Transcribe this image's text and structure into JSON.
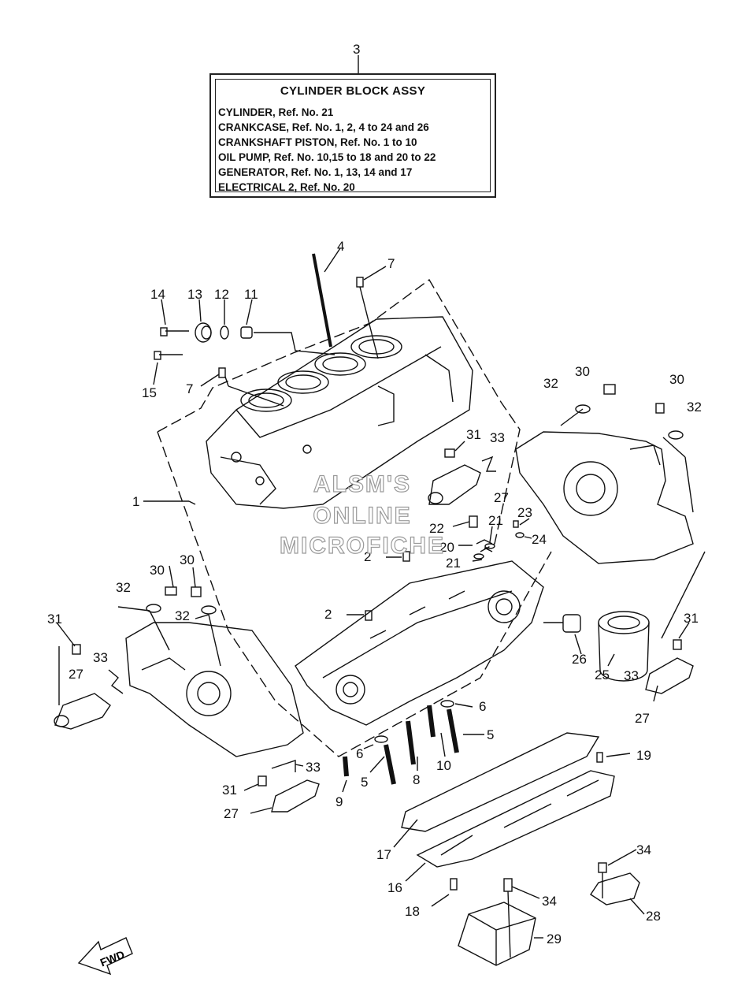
{
  "callout_top": "3",
  "label": {
    "title": "CYLINDER BLOCK ASSY",
    "lines": [
      "CYLINDER, Ref. No. 21",
      "CRANKCASE, Ref. No. 1, 2, 4 to 24 and 26",
      "CRANKSHAFT PISTON, Ref. No. 1 to 10",
      "OIL PUMP, Ref. No. 10,15 to 18 and 20 to 22",
      "GENERATOR, Ref. No. 1, 13, 14 and 17",
      "ELECTRICAL 2, Ref. No. 20"
    ]
  },
  "watermark": [
    "ALSM'S",
    "ONLINE",
    "MICROFICHE"
  ],
  "fwd_label": "FWD",
  "callouts": {
    "c1": "1",
    "c2a": "2",
    "c2b": "2",
    "c4": "4",
    "c5a": "5",
    "c5b": "5",
    "c6a": "6",
    "c6b": "6",
    "c7a": "7",
    "c7b": "7",
    "c8": "8",
    "c9": "9",
    "c10": "10",
    "c11": "11",
    "c12": "12",
    "c13": "13",
    "c14": "14",
    "c15": "15",
    "c16": "16",
    "c17": "17",
    "c18": "18",
    "c19": "19",
    "c20": "20",
    "c21a": "21",
    "c21b": "21",
    "c22": "22",
    "c23": "23",
    "c24": "24",
    "c25": "25",
    "c26": "26",
    "c27a": "27",
    "c27b": "27",
    "c27c": "27",
    "c27d": "27",
    "c28": "28",
    "c29": "29",
    "c30a": "30",
    "c30b": "30",
    "c30c": "30",
    "c30d": "30",
    "c31a": "31",
    "c31b": "31",
    "c31c": "31",
    "c31d": "31",
    "c32a": "32",
    "c32b": "32",
    "c32c": "32",
    "c32d": "32",
    "c33a": "33",
    "c33b": "33",
    "c33c": "33",
    "c33d": "33",
    "c34a": "34",
    "c34b": "34"
  }
}
